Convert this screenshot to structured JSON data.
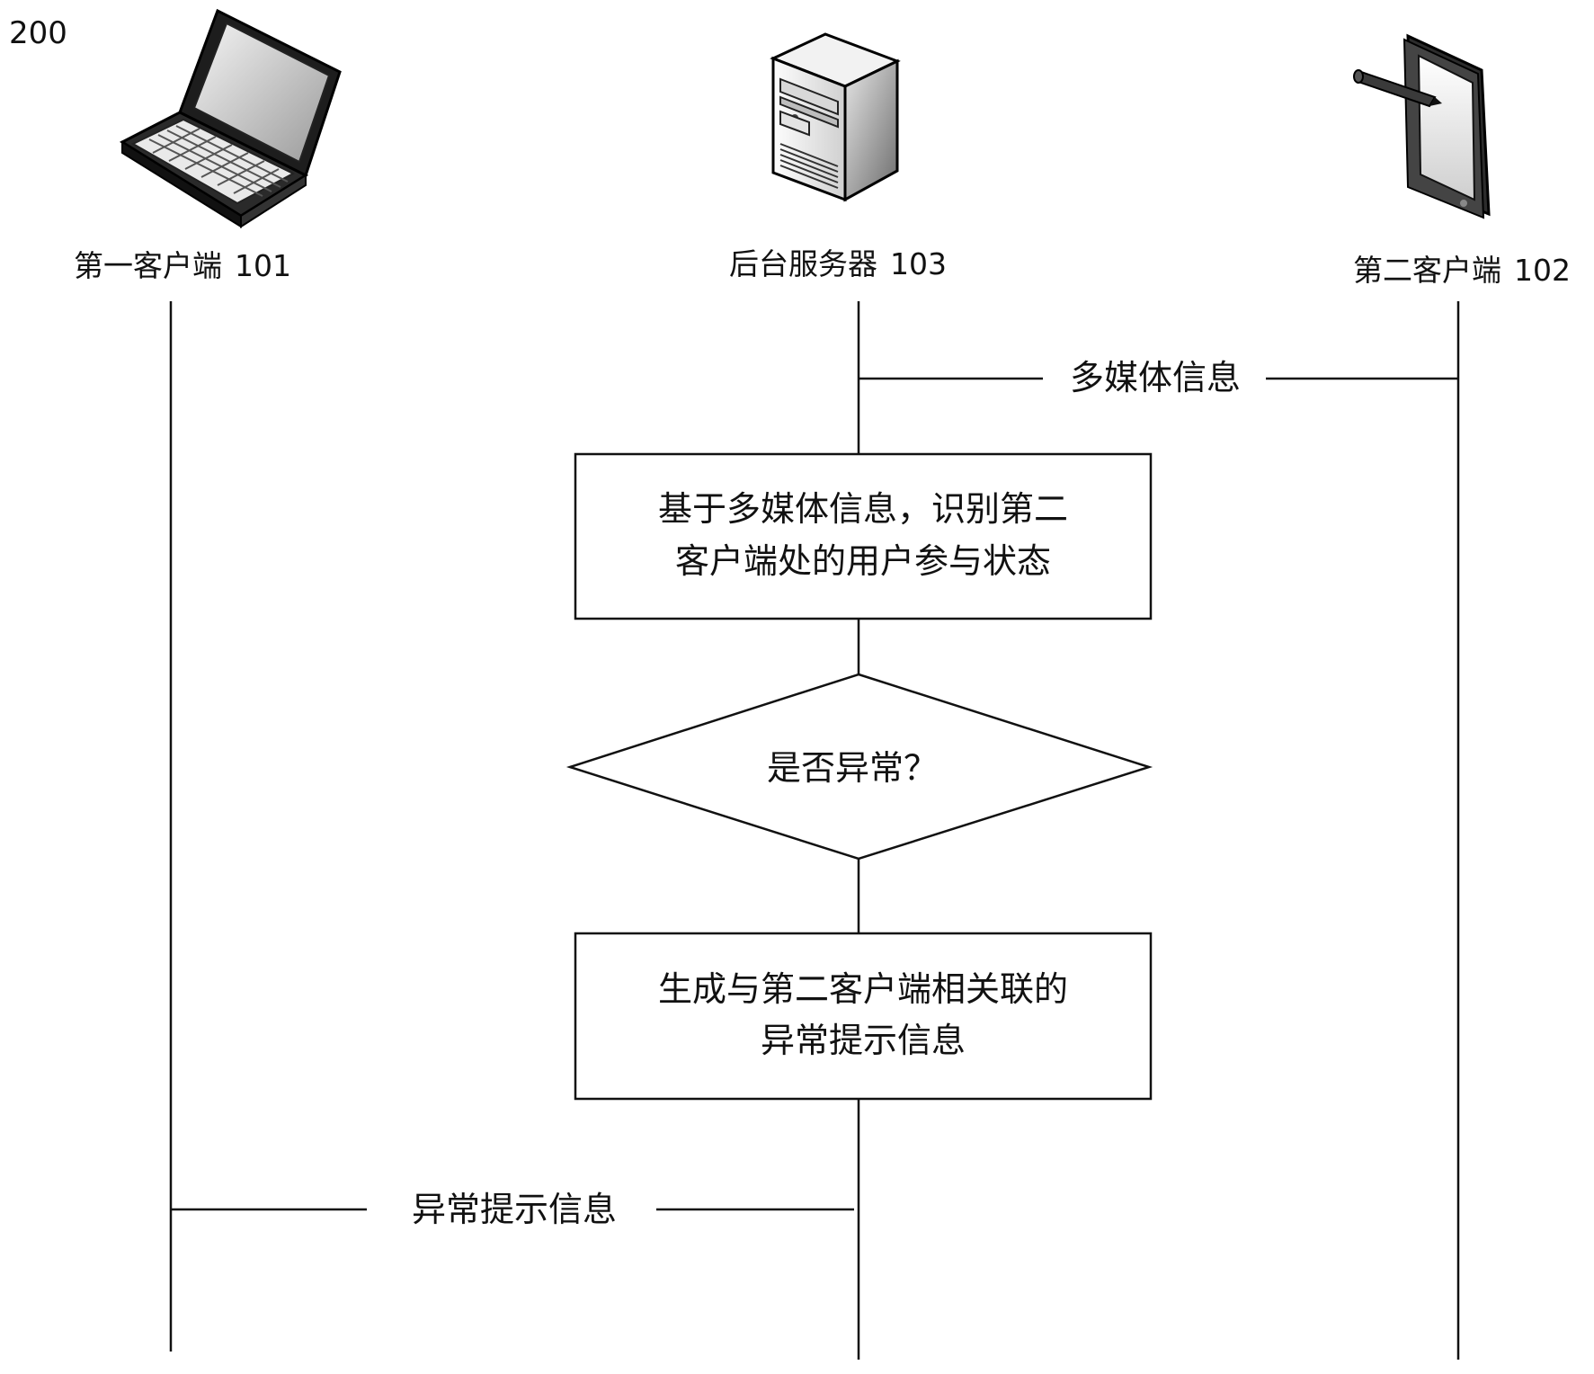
{
  "figure_number": "200",
  "actors": [
    {
      "id": "first-client",
      "name": "第一客户端",
      "ref": "101",
      "icon": "laptop-icon"
    },
    {
      "id": "backend-server",
      "name": "后台服务器",
      "ref": "103",
      "icon": "server-icon"
    },
    {
      "id": "second-client",
      "name": "第二客户端",
      "ref": "102",
      "icon": "tablet-icon"
    }
  ],
  "messages": {
    "multimedia": "多媒体信息",
    "alert": "异常提示信息"
  },
  "steps": {
    "identify_line1": "基于多媒体信息，识别第二",
    "identify_line2": "客户端处的用户参与状态",
    "decision": "是否异常？",
    "generate_line1": "生成与第二客户端相关联的",
    "generate_line2": "异常提示信息"
  }
}
